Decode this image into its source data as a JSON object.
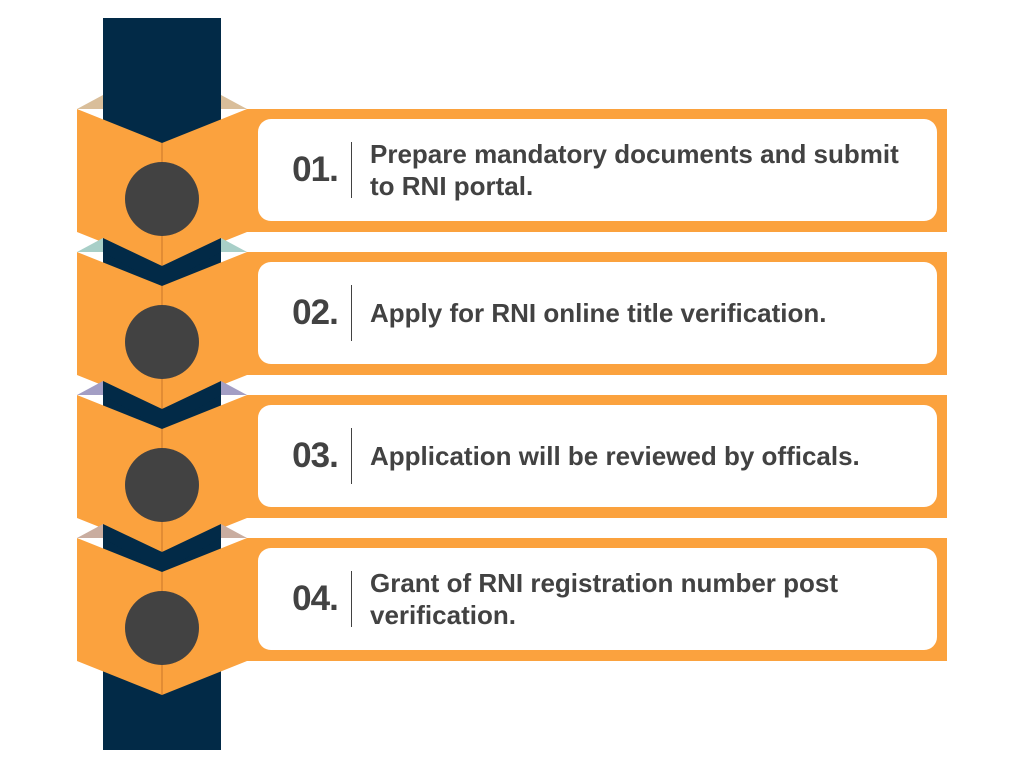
{
  "colors": {
    "background": "#ffffff",
    "orange": "#FBA23E",
    "navy": "#022A47",
    "circle": "#424242",
    "text": "#424242",
    "accent_triangles": [
      "#D9BE9A",
      "#A8CFC8",
      "#A39EC4",
      "#C9ADA0"
    ]
  },
  "steps": [
    {
      "number": "01.",
      "text": "Prepare mandatory documents and submit to RNI portal."
    },
    {
      "number": "02.",
      "text": "Apply for RNI online title verification."
    },
    {
      "number": "03.",
      "text": "Application will be reviewed by officals."
    },
    {
      "number": "04.",
      "text": "Grant of RNI registration number post verification."
    }
  ]
}
